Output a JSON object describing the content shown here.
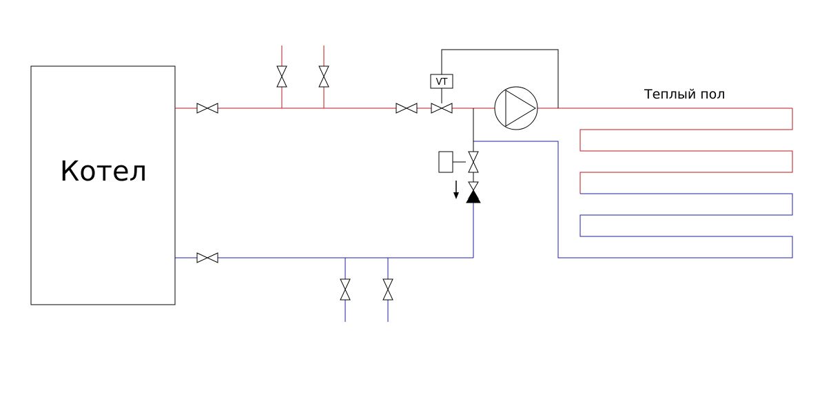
{
  "labels": {
    "boiler": "Котел",
    "floor_heating": "Теплый пол",
    "thermostatic_valve": "VT"
  },
  "colors": {
    "supply": "#c0141c",
    "return": "#1c1ca8",
    "line": "#000000"
  },
  "icons": {
    "valve": "two-triangle-valve-icon",
    "pump": "circulation-pump-icon",
    "check_valve": "check-valve-icon",
    "actuator": "actuator-box-icon",
    "flow_arrow": "down-arrow-icon"
  }
}
